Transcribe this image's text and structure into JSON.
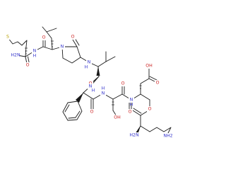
{
  "molecule": {
    "atom_labels": {
      "s": "S",
      "h2n_amide": "H2N",
      "o_amide": "O",
      "nh1": "N",
      "h_nh1": "H",
      "o_leu": "O",
      "n_pro": "N",
      "o_pro": "O",
      "nh2": "N",
      "h_nh2": "H",
      "o_val": "O",
      "nh3": "N",
      "h_nh3": "H",
      "o_phe": "O",
      "nh4": "N",
      "h_nh4": "H",
      "oh_ser": "OH",
      "o_ser": "O",
      "nh5": "N",
      "h_nh5": "H",
      "oh_acid": "OH",
      "o_acid": "O",
      "o_asp": "O",
      "nh2_lys_alpha": "H2N",
      "o_lys": "O",
      "nh2_lys_eps": "NH2"
    },
    "colors": {
      "bond": "#1a1a1a",
      "carbon_text": "#1a1a1a",
      "nitrogen": "#3333cc",
      "oxygen": "#cc2222",
      "sulfur": "#b8a000"
    }
  }
}
